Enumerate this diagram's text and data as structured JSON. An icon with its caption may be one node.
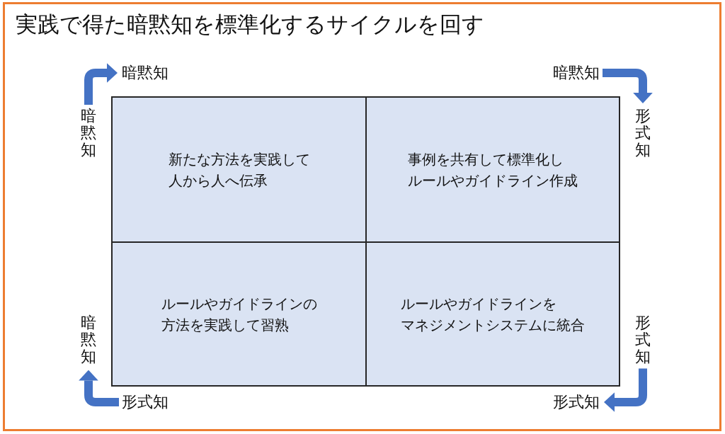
{
  "diagram": {
    "title": "実践で得た暗黙知を標準化するサイクルを回す",
    "nodes": [
      {
        "text": [
          "新たな方法を実践して人から人へ伝承"
        ]
      },
      {
        "text": [
          "事例を共有して標準化しルールやガイドライン作成"
        ]
      },
      {
        "text": [
          "ルールやガイドラインの方法を実践して習熟"
        ]
      },
      {
        "text": [
          "ルールやガイドラインをマネジメントシステムに統合"
        ]
      },
      {
        "text": [
          "暗黙知"
        ]
      },
      {
        "text": [
          "暗黙知"
        ]
      },
      {
        "text": [
          "暗黙知"
        ]
      },
      {
        "text": [
          "形式知"
        ]
      },
      {
        "text": [
          "暗黙知"
        ]
      },
      {
        "text": [
          "形式知"
        ]
      },
      {
        "text": [
          "形式知"
        ]
      },
      {
        "text": [
          "形式知"
        ]
      }
    ],
    "edges": [
      {
        "from": 6,
        "to": 4,
        "arrow": "to"
      },
      {
        "from": 5,
        "to": 7,
        "arrow": "to"
      },
      {
        "from": 9,
        "to": 11,
        "arrow": "to"
      },
      {
        "from": 10,
        "to": 8,
        "arrow": "to"
      }
    ]
  }
}
